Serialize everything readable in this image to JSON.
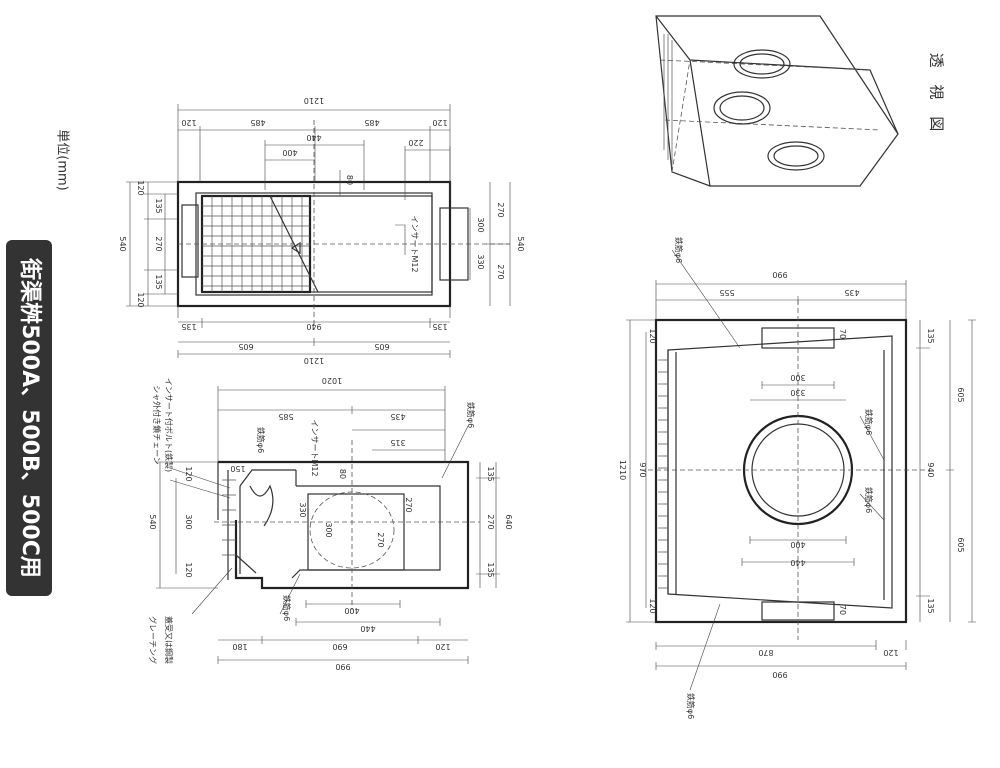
{
  "title_badge": {
    "text": "街渠桝500A、500B、500C用",
    "bg": "#333333",
    "fg": "#ffffff"
  },
  "unit_label": "単位(mm)",
  "perspective_label": "透 視 図",
  "plan_view": {
    "dims": [
      "1210",
      "120",
      "485",
      "485",
      "120",
      "440",
      "400",
      "220",
      "80",
      "120",
      "135",
      "270",
      "135",
      "120",
      "540",
      "300",
      "270",
      "330",
      "270",
      "540",
      "135",
      "940",
      "135",
      "605",
      "605",
      "1210"
    ],
    "labels": [
      "インサートM12"
    ]
  },
  "section_view": {
    "dims": [
      "1020",
      "585",
      "435",
      "315",
      "150",
      "80",
      "120",
      "300",
      "120",
      "540",
      "330",
      "300",
      "270",
      "270",
      "135",
      "270",
      "135",
      "640",
      "400",
      "440",
      "180",
      "690",
      "120",
      "990"
    ],
    "labels": [
      "シャ外付き鎖チェーン",
      "インサート付ボルト(鉄製)",
      "鉄筋φ6",
      "インサートM12",
      "鉄筋φ6",
      "鉄筋φ6",
      "グレーチング",
      "蓋受又は鋼製"
    ]
  },
  "side_view": {
    "dims": [
      "990",
      "555",
      "435",
      "120",
      "70",
      "300",
      "330",
      "135",
      "605",
      "1210",
      "970",
      "940",
      "440",
      "400",
      "605",
      "135",
      "120",
      "70",
      "870",
      "120",
      "990"
    ],
    "labels": [
      "鉄筋φ6",
      "鉄筋φ6",
      "鉄筋φ6",
      "鉄筋φ6"
    ]
  }
}
